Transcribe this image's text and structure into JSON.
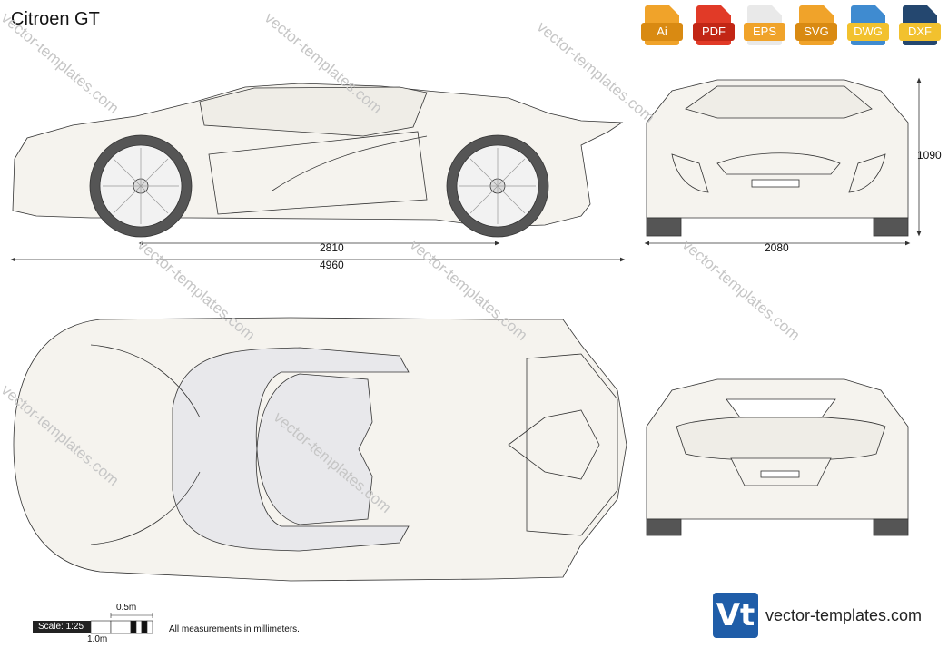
{
  "title": "Citroen GT",
  "formats": [
    {
      "label": "Ai",
      "color": "#f0a32a"
    },
    {
      "label": "PDF",
      "color": "#e13a27"
    },
    {
      "label": "EPS",
      "color": "#e9e9e9"
    },
    {
      "label": "SVG",
      "color": "#f0a32a"
    },
    {
      "label": "DWG",
      "color": "#3f8bd0"
    },
    {
      "label": "DXF",
      "color": "#24476f"
    }
  ],
  "dimensions": {
    "wheelbase": "2810",
    "length": "4960",
    "height": "1090",
    "width": "2080"
  },
  "scale": {
    "label": "Scale: 1:25",
    "half_meter": "0.5m",
    "one_meter": "1.0m"
  },
  "note": "All measurements in millimeters.",
  "brand": {
    "mark": "Vt",
    "name": "vector-templates.com"
  },
  "watermark": "vector-templates.com"
}
